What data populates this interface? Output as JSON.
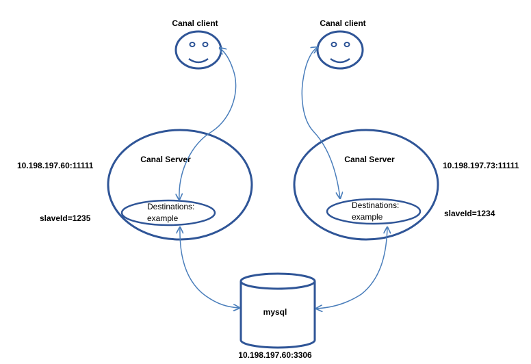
{
  "diagram": {
    "clients": [
      {
        "label": "Canal client"
      },
      {
        "label": "Canal client"
      }
    ],
    "servers": [
      {
        "title": "Canal Server",
        "address": "10.198.197.60:11111",
        "slave_id": "slaveId=1235",
        "destination_line1": "Destinations:",
        "destination_line2": "example"
      },
      {
        "title": "Canal Server",
        "address": "10.198.197.73:11111",
        "slave_id": "slaveId=1234",
        "destination_line1": "Destinations:",
        "destination_line2": "example"
      }
    ],
    "database": {
      "label": "mysql",
      "address": "10.198.197.60:3306"
    },
    "colors": {
      "stroke": "#2f5597",
      "arrow": "#4a7ebb",
      "fill": "#ffffff"
    }
  }
}
